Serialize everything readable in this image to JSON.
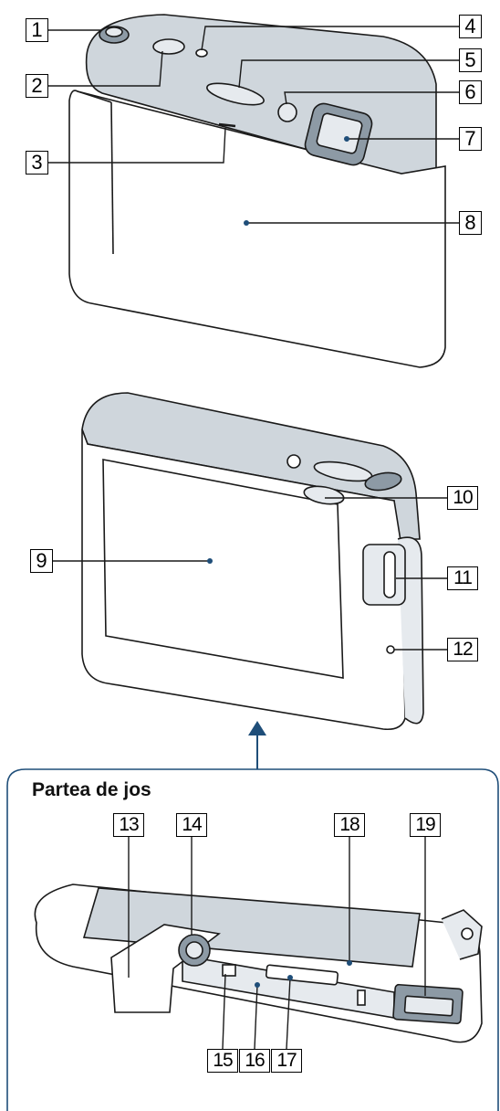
{
  "diagram": {
    "callouts": [
      {
        "id": "1",
        "label": "1"
      },
      {
        "id": "2",
        "label": "2"
      },
      {
        "id": "3",
        "label": "3"
      },
      {
        "id": "4",
        "label": "4"
      },
      {
        "id": "5",
        "label": "5"
      },
      {
        "id": "6",
        "label": "6"
      },
      {
        "id": "7",
        "label": "7"
      },
      {
        "id": "8",
        "label": "8"
      },
      {
        "id": "9",
        "label": "9"
      },
      {
        "id": "10",
        "label": "10"
      },
      {
        "id": "11",
        "label": "11"
      },
      {
        "id": "12",
        "label": "12"
      },
      {
        "id": "13",
        "label": "13"
      },
      {
        "id": "14",
        "label": "14"
      },
      {
        "id": "15",
        "label": "15"
      },
      {
        "id": "16",
        "label": "16"
      },
      {
        "id": "17",
        "label": "17"
      },
      {
        "id": "18",
        "label": "18"
      },
      {
        "id": "19",
        "label": "19"
      }
    ],
    "bottom_section_title": "Partea de jos",
    "colors": {
      "line": "#1a1a1a",
      "body_fill": "#ffffff",
      "top_shade": "#cfd6dc",
      "dark_shade": "#8d9aa5",
      "lens_fill": "#e6eaee",
      "arrow": "#1f4e79",
      "frame": "#1f4e79"
    }
  }
}
